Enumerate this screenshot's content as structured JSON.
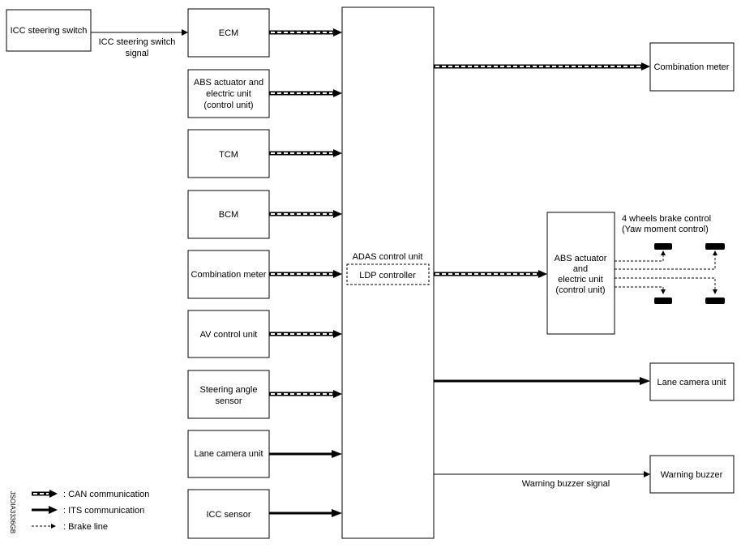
{
  "boxes": {
    "icc_switch": "ICC steering switch",
    "ecm": "ECM",
    "abs_left": [
      "ABS actuator and",
      "electric unit",
      "(control unit)"
    ],
    "tcm": "TCM",
    "bcm": "BCM",
    "combination_meter_left": "Combination meter",
    "av_control": "AV control unit",
    "steering_angle": [
      "Steering angle",
      "sensor"
    ],
    "lane_camera_left": "Lane camera unit",
    "icc_sensor": "ICC sensor",
    "adas": "ADAS control unit",
    "ldp": "LDP controller",
    "combination_meter_right": "Combination meter",
    "abs_right": [
      "ABS actuator",
      "and",
      "electric unit",
      "(control unit)"
    ],
    "lane_camera_right": "Lane camera unit",
    "warning_buzzer": "Warning buzzer"
  },
  "labels": {
    "icc_switch_signal": [
      "ICC steering switch",
      "signal"
    ],
    "brake_control": [
      "4 wheels brake control",
      "(Yaw moment control)"
    ],
    "warning_buzzer_signal": "Warning buzzer signal"
  },
  "legend": {
    "can": ": CAN communication",
    "its": ": ITS communication",
    "brake": ": Brake line"
  },
  "figure_code": "JSOIA3336GB"
}
